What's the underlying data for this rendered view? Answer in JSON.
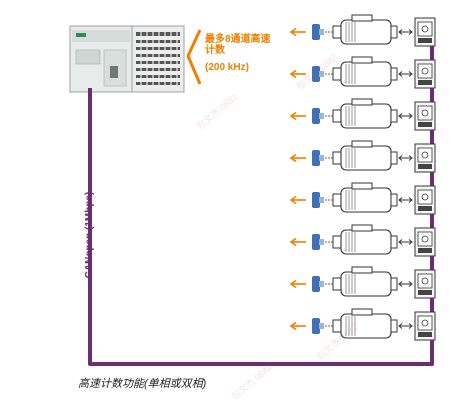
{
  "annotation": {
    "line1": "最多8通道高速",
    "line2": "计数",
    "rate": "(200 kHz)"
  },
  "bus": {
    "label": "CANopen (1Mbps)",
    "color": "#6b2d73"
  },
  "caption": "高速计数功能(单相或双相)",
  "channels": 8,
  "colors": {
    "accent": "#f07f00",
    "encoder": "#3f6fb4",
    "bus": "#6b2d73"
  }
}
